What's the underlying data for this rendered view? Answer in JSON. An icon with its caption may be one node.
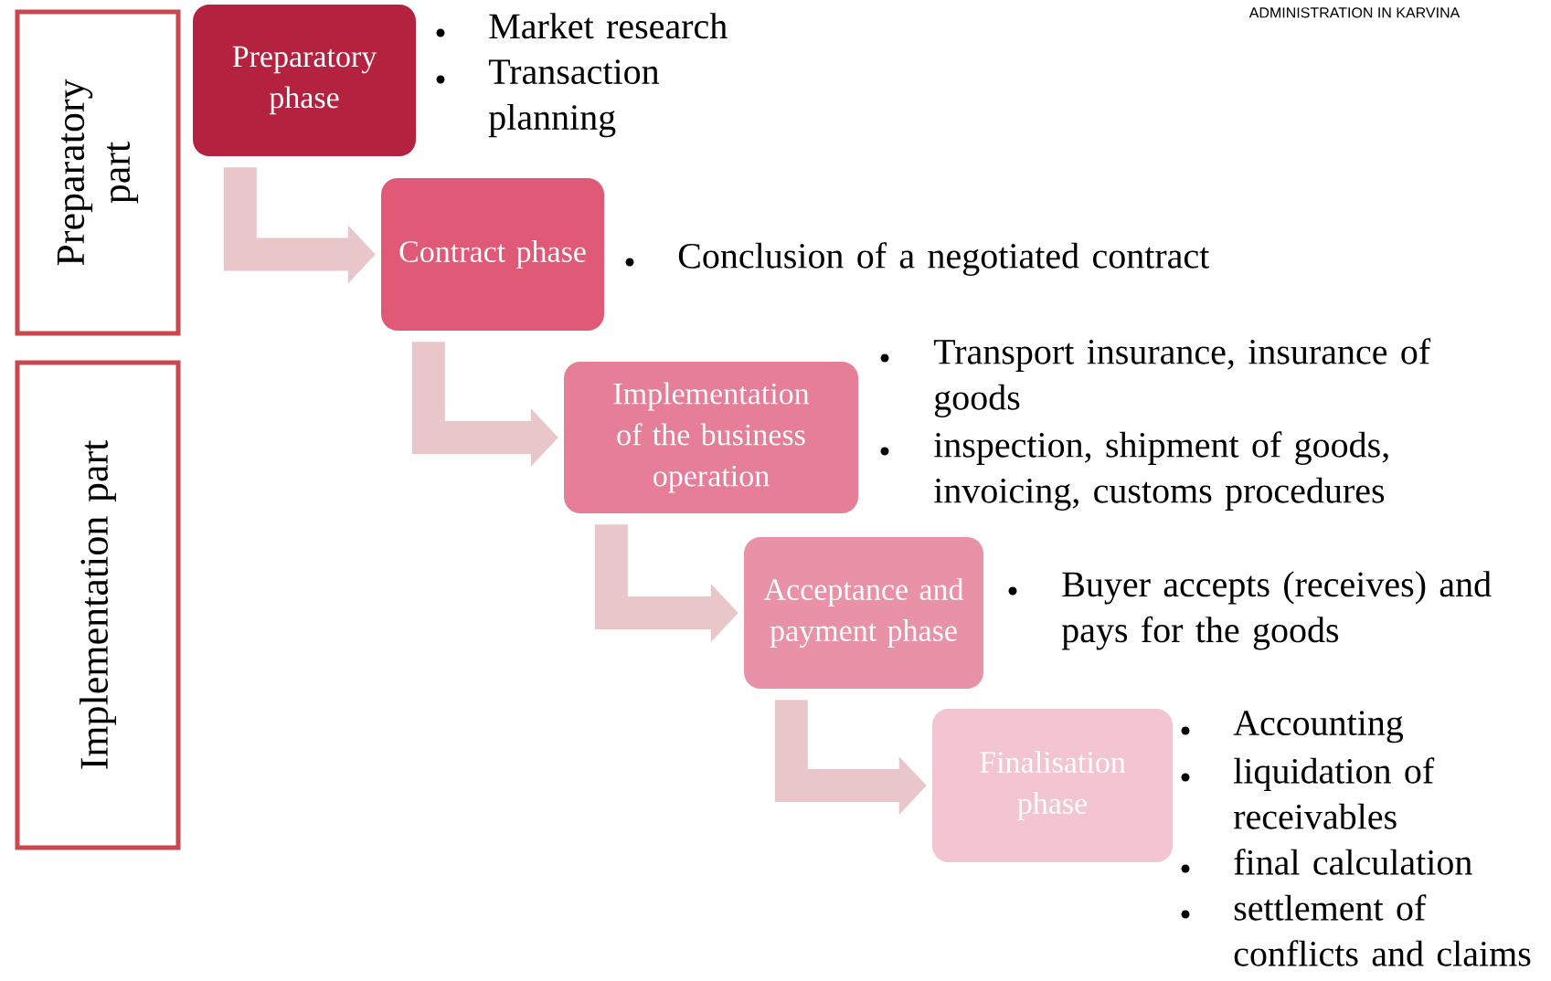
{
  "diagram": {
    "nodes": [
      {
        "text": [
          "Preparatory part"
        ]
      },
      {
        "text": [
          "Implementation part"
        ]
      },
      {
        "text": [
          "Preparatory phase"
        ],
        "beside": [
          "Market research",
          "Transaction planning"
        ]
      },
      {
        "text": [
          "Contract phase"
        ],
        "beside": [
          "Conclusion of a negotiated contract"
        ]
      },
      {
        "text": [
          "Implementation of the business operation"
        ],
        "beside": [
          "Transport insurance, insurance of goods",
          "inspection, shipment of goods, invoicing, customs procedures"
        ]
      },
      {
        "text": [
          "Acceptance and payment phase"
        ],
        "beside": [
          "Buyer accepts (receives) and pays for the goods"
        ]
      },
      {
        "text": [
          "Finalisation phase"
        ],
        "beside": [
          "Accounting",
          "liquidation of receivables",
          "final calculation",
          "settlement of conflicts and claims"
        ]
      }
    ],
    "edges": [
      {
        "from": 2,
        "to": 3,
        "arrow": "to"
      },
      {
        "from": 3,
        "to": 4,
        "arrow": "to"
      },
      {
        "from": 4,
        "to": 5,
        "arrow": "to"
      },
      {
        "from": 5,
        "to": 6,
        "arrow": "to"
      }
    ],
    "labels": [
      "ADMINISTRATION IN KARVINA"
    ]
  }
}
